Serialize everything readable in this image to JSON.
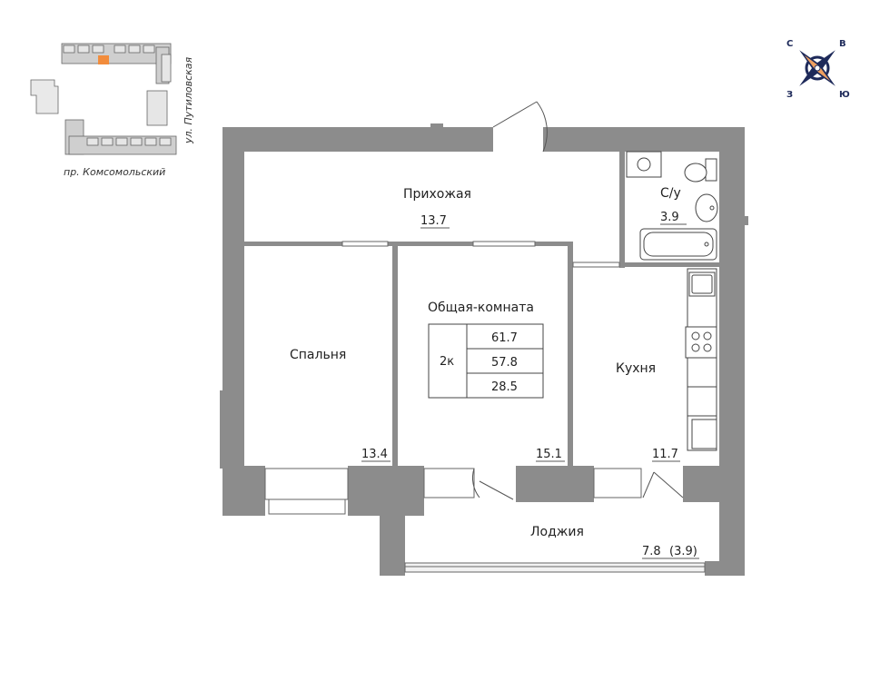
{
  "streets": {
    "street_1": "ул. Путиловская",
    "street_2": "пр. Комсомольский"
  },
  "compass": {
    "n": "С",
    "e": "В",
    "s": "Ю",
    "w": "З",
    "accent": "#f0a060",
    "ink": "#1e2a5a"
  },
  "rooms": {
    "hall": {
      "name": "Прихожая",
      "area": "13.7"
    },
    "bath": {
      "name": "С/у",
      "area": "3.9"
    },
    "bedroom": {
      "name": "Спальня",
      "area": "13.4"
    },
    "living": {
      "name": "Общая-комната",
      "area": "15.1"
    },
    "kitchen": {
      "name": "Кухня",
      "area": "11.7"
    },
    "loggia": {
      "name": "Лоджия",
      "area": "7.8",
      "reduced_area": "(3.9)"
    }
  },
  "summary": {
    "rooms": "2к",
    "total": "61.7",
    "reduced": "57.8",
    "living": "28.5"
  },
  "colors": {
    "wall": "#8c8c8c",
    "site_block": "#c8c8c8",
    "highlight": "#f28c3c"
  }
}
